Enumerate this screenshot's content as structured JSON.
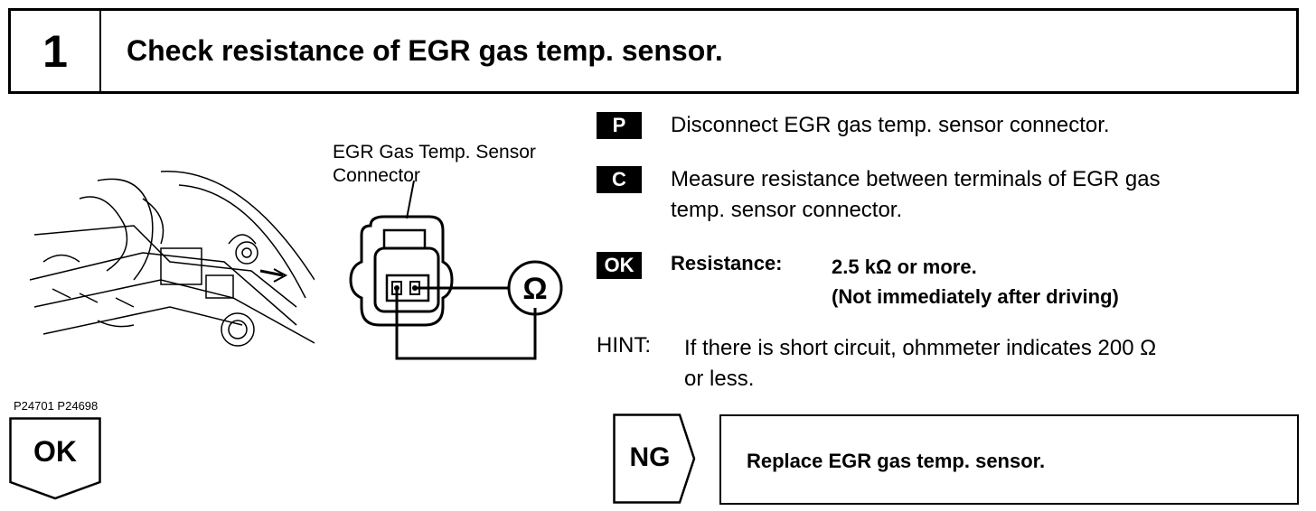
{
  "header": {
    "step_number": "1",
    "title": "Check resistance of EGR gas temp. sensor."
  },
  "figure": {
    "connector_label_line1": "EGR Gas Temp. Sensor",
    "connector_label_line2": "Connector",
    "ohm_symbol": "Ω",
    "figure_ids": "P24701 P24698"
  },
  "ok_tag": {
    "label": "OK"
  },
  "instructions": [
    {
      "badge": "P",
      "text": "Disconnect EGR gas temp. sensor connector."
    },
    {
      "badge": "C",
      "text_line1": "Measure resistance between terminals of EGR gas",
      "text_line2": "temp. sensor connector."
    }
  ],
  "spec": {
    "badge": "OK",
    "label": "Resistance:",
    "value_line1": "2.5 kΩ or more.",
    "value_line2": "(Not immediately after driving)"
  },
  "hint": {
    "label": "HINT:",
    "text_line1": "If there is short circuit, ohmmeter indicates 200 Ω",
    "text_line2": "or less."
  },
  "ng": {
    "label": "NG",
    "action": "Replace EGR gas temp. sensor."
  }
}
